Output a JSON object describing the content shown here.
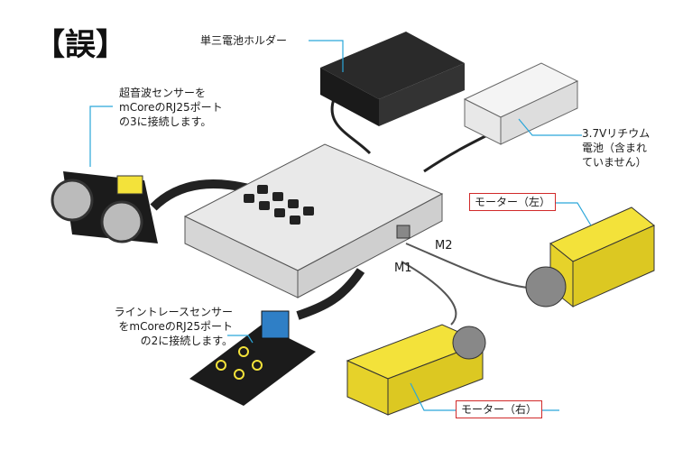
{
  "title": "【誤】",
  "labels": {
    "battery_holder": "単三電池ホルダー",
    "ultrasonic": [
      "超音波センサーを",
      "mCoreのRJ25ポート",
      "の3に接続します。"
    ],
    "lithium": [
      "3.7Vリチウム",
      "電池（含まれ",
      "ていません）"
    ],
    "motor_left": "モーター（左）",
    "motor_right": "モーター（右）",
    "port_m2": "M2",
    "port_m1": "M1",
    "line_sensor": [
      "ライントレースセンサー",
      "をmCoreのRJ25ポート",
      "の2に接続します。"
    ]
  },
  "colors": {
    "leader": "#2aa6d9",
    "callout_border": "#d12a2a",
    "motor_yellow": "#f3e23a",
    "board_black": "#1b1b1b"
  }
}
